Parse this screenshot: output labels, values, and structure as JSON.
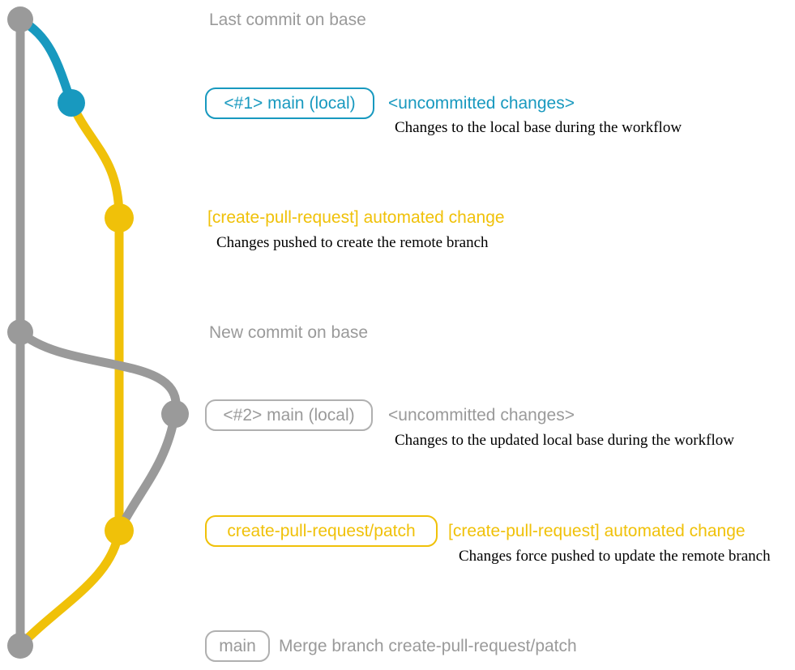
{
  "colors": {
    "gray": "#9a9a9a",
    "blue": "#1899bf",
    "yellow": "#f0c109",
    "note_text": "#000000",
    "background": "#ffffff"
  },
  "commits": [
    {
      "id": "last-commit-on-base",
      "color": "gray",
      "message": "Last commit on base"
    },
    {
      "id": "local-main-1",
      "color": "blue",
      "label": "<#1> main (local)",
      "message": "<uncommitted changes>",
      "note": "Changes to the local base during the workflow"
    },
    {
      "id": "automated-change-1",
      "color": "yellow",
      "message": "[create-pull-request] automated change",
      "note": "Changes pushed to create the remote branch"
    },
    {
      "id": "new-commit-on-base",
      "color": "gray",
      "message": "New commit on base"
    },
    {
      "id": "local-main-2",
      "color": "gray",
      "label": "<#2> main (local)",
      "message": "<uncommitted changes>",
      "note": "Changes to the updated local base during the workflow"
    },
    {
      "id": "automated-change-2",
      "color": "yellow",
      "label": "create-pull-request/patch",
      "message": "[create-pull-request] automated change",
      "note": "Changes force pushed to update the remote branch"
    },
    {
      "id": "merge-commit",
      "color": "gray",
      "label": "main",
      "message": "Merge branch create-pull-request/patch"
    }
  ]
}
